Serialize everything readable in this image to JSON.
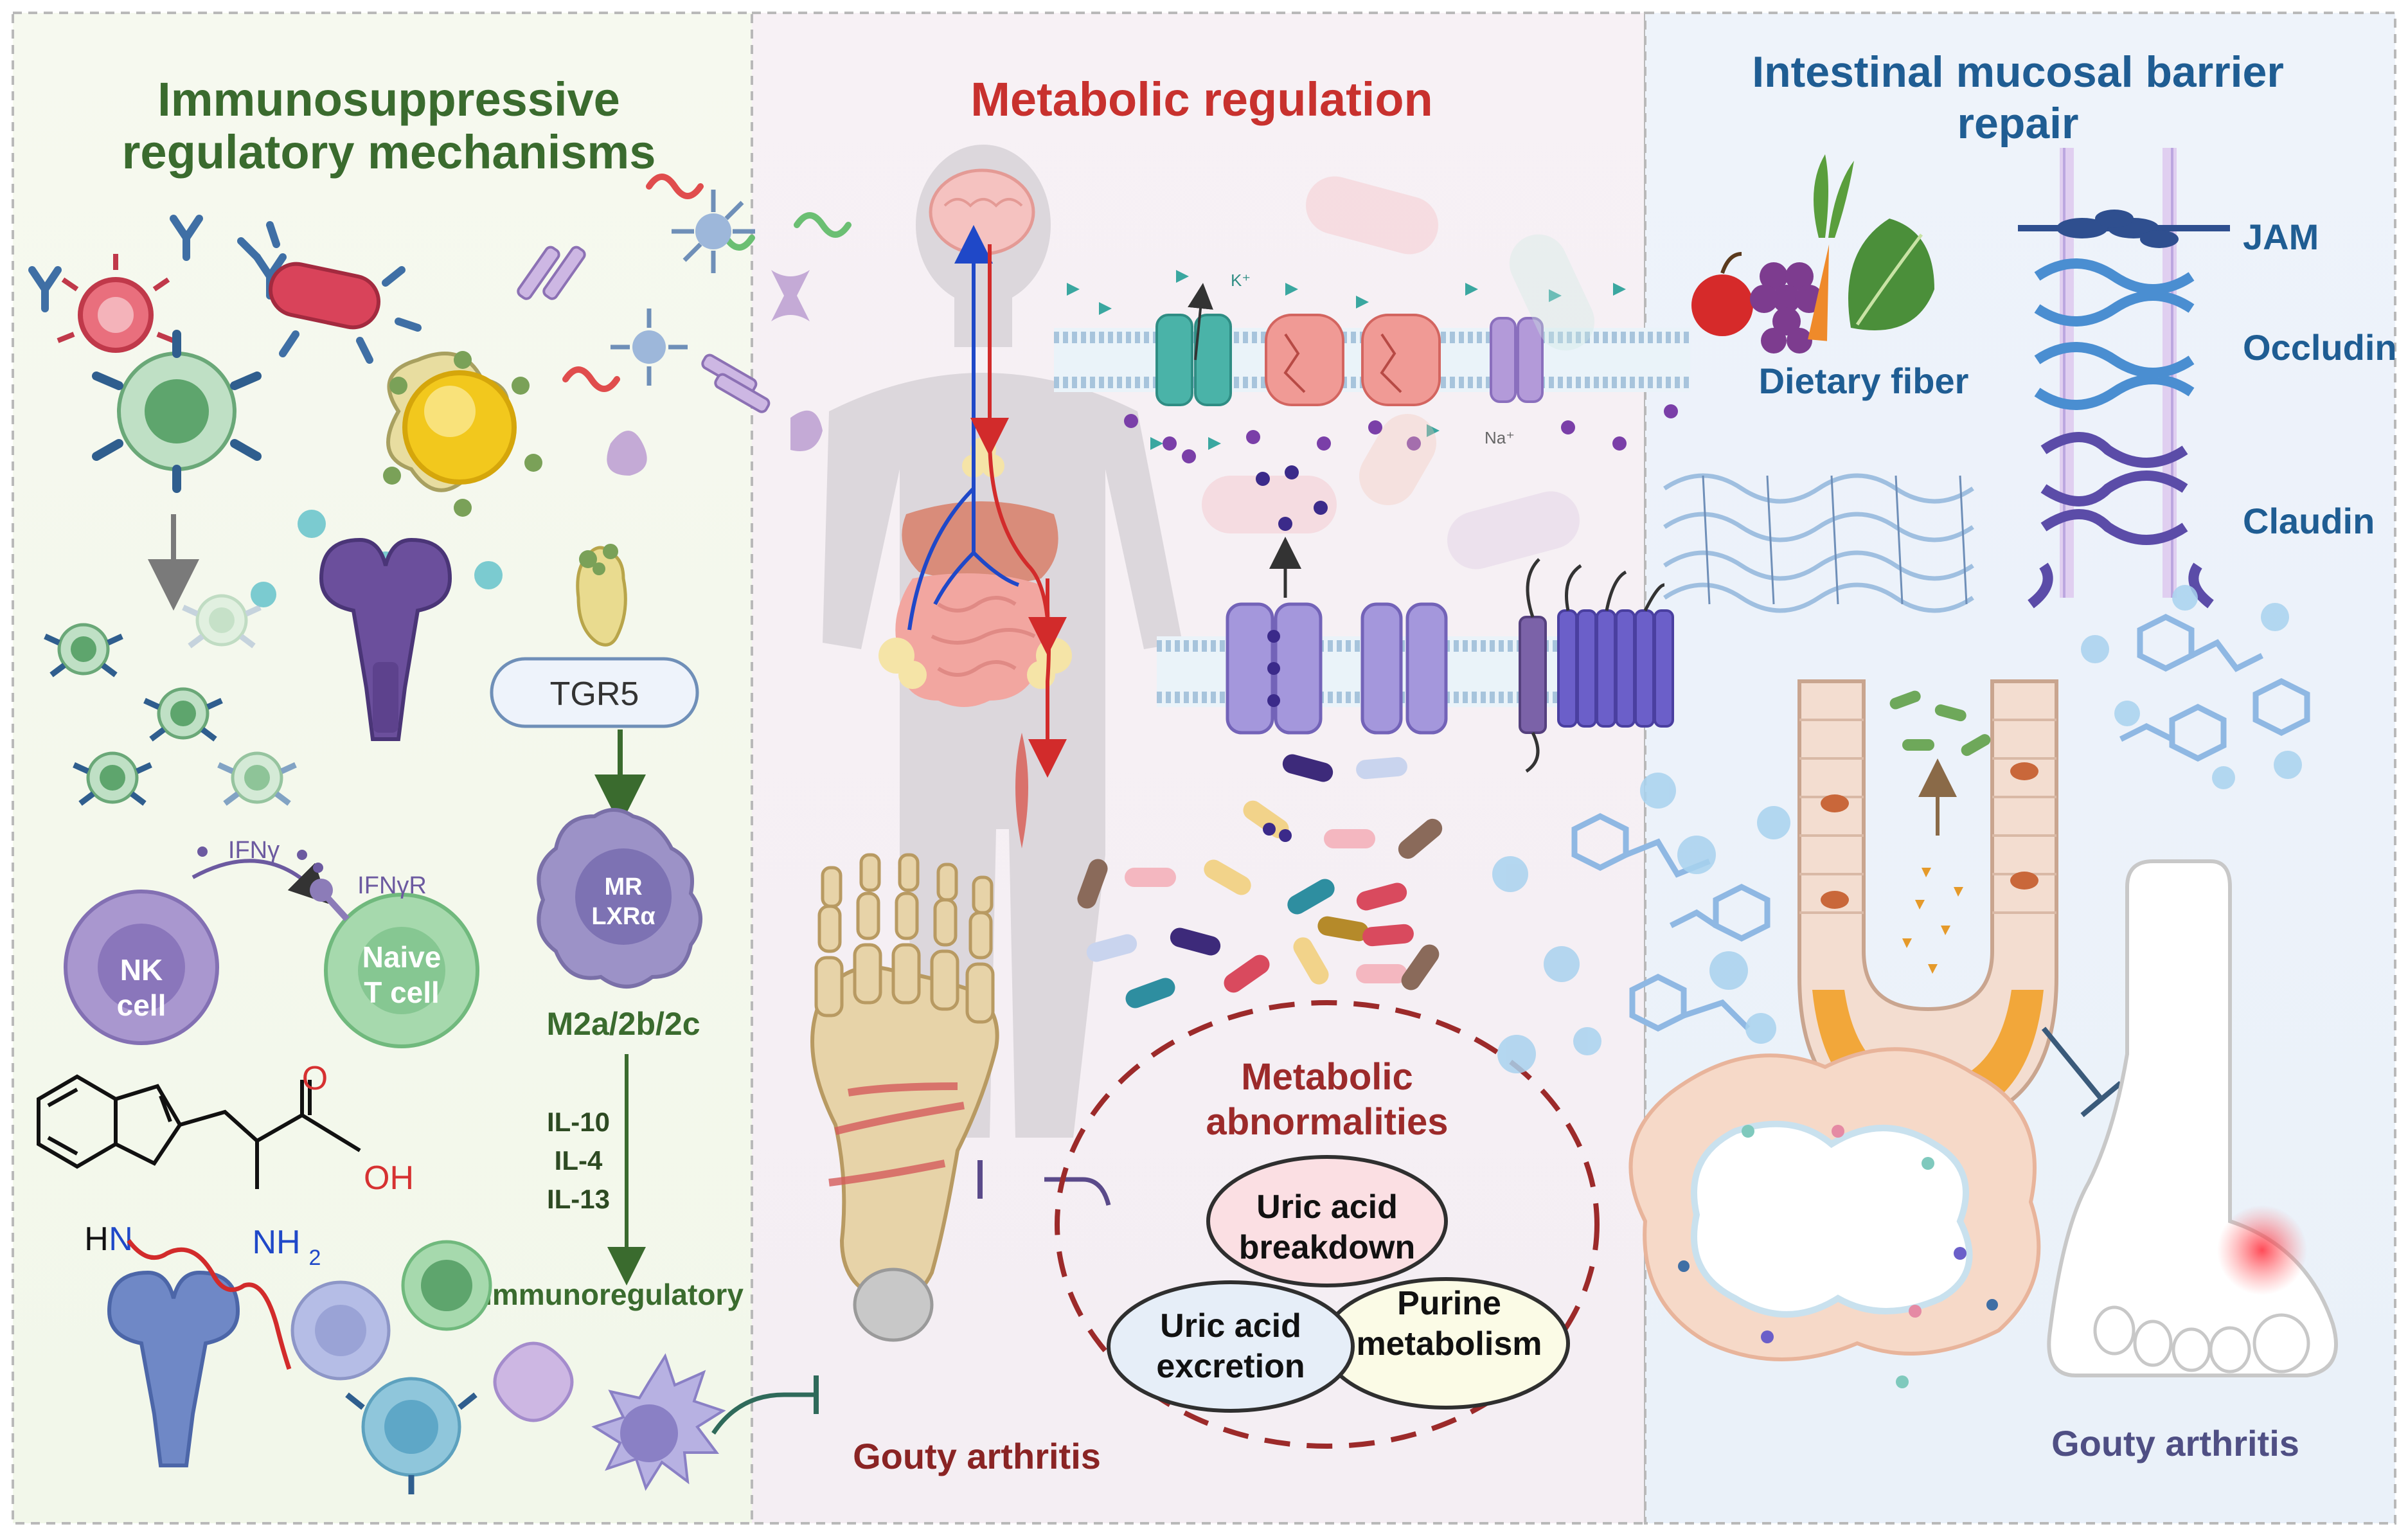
{
  "panels": {
    "left": {
      "title_line1": "Immunosuppressive",
      "title_line2": "regulatory mechanisms",
      "ifng": "IFNγ",
      "ifngr": "IFNγR",
      "nk_line1": "NK",
      "nk_line2": "cell",
      "naive_line1": "Naive",
      "naive_line2": "T cell",
      "tgr5": "TGR5",
      "mr": "MR",
      "lxr": "LXRα",
      "m2": "M2a/2b/2c",
      "il10": "IL-10",
      "il4": "IL-4",
      "il13": "IL-13",
      "immunoregulatory": "Immunoregulatory",
      "trp_o": "O",
      "trp_oh": "OH",
      "trp_nh": "NH",
      "trp_sub2": "2",
      "trp_hn_h": "H",
      "trp_hn_n": "N"
    },
    "middle": {
      "title": "Metabolic regulation",
      "k_label": "K⁺",
      "na_label": "Na⁺",
      "abnormal_line1": "Metabolic",
      "abnormal_line2": "abnormalities",
      "uric_break_line1": "Uric acid",
      "uric_break_line2": "breakdown",
      "uric_excr_line1": "Uric acid",
      "uric_excr_line2": "excretion",
      "purine_line1": "Purine",
      "purine_line2": "metabolism",
      "gouty": "Gouty arthritis"
    },
    "right": {
      "title_line1": "Intestinal mucosal barrier",
      "title_line2": "repair",
      "dietary_fiber": "Dietary fiber",
      "jam": "JAM",
      "occludin": "Occludin",
      "claudin": "Claudin",
      "gouty": "Gouty arthritis"
    }
  },
  "colors": {
    "left_title": "#3a6b2e",
    "middle_title": "#c8312e",
    "right_title": "#1f5d93",
    "gouty": "#8a2424",
    "gouty_right": "#4f4f84",
    "junction": "#1f5d93"
  }
}
